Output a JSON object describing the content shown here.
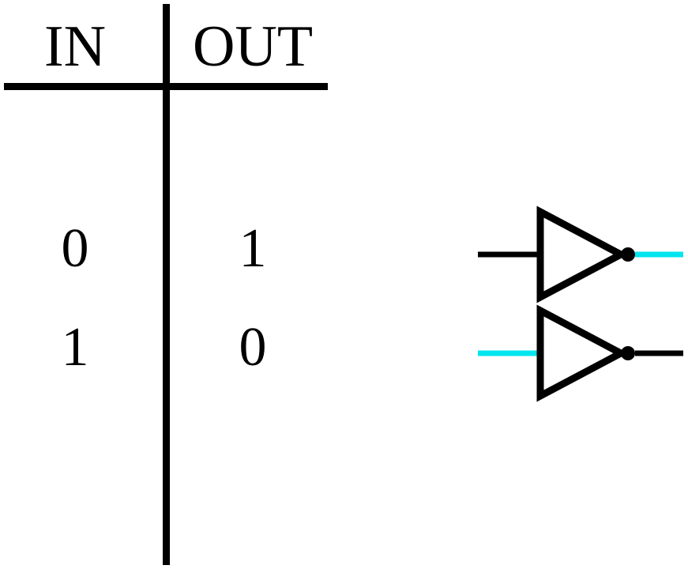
{
  "truth_table": {
    "headers": {
      "input": "IN",
      "output": "OUT"
    },
    "rows": [
      {
        "input": "0",
        "output": "1"
      },
      {
        "input": "1",
        "output": "0"
      }
    ]
  },
  "gates": [
    {
      "symbol": "not-gate-icon",
      "input_value": "0",
      "output_value": "1",
      "input_wire_color": "#000000",
      "output_wire_color": "#00e5ee"
    },
    {
      "symbol": "not-gate-icon",
      "input_value": "1",
      "output_value": "0",
      "input_wire_color": "#00e5ee",
      "output_wire_color": "#000000"
    }
  ],
  "colors": {
    "logic_high": "#00e5ee",
    "logic_low": "#000000",
    "background": "#ffffff"
  }
}
